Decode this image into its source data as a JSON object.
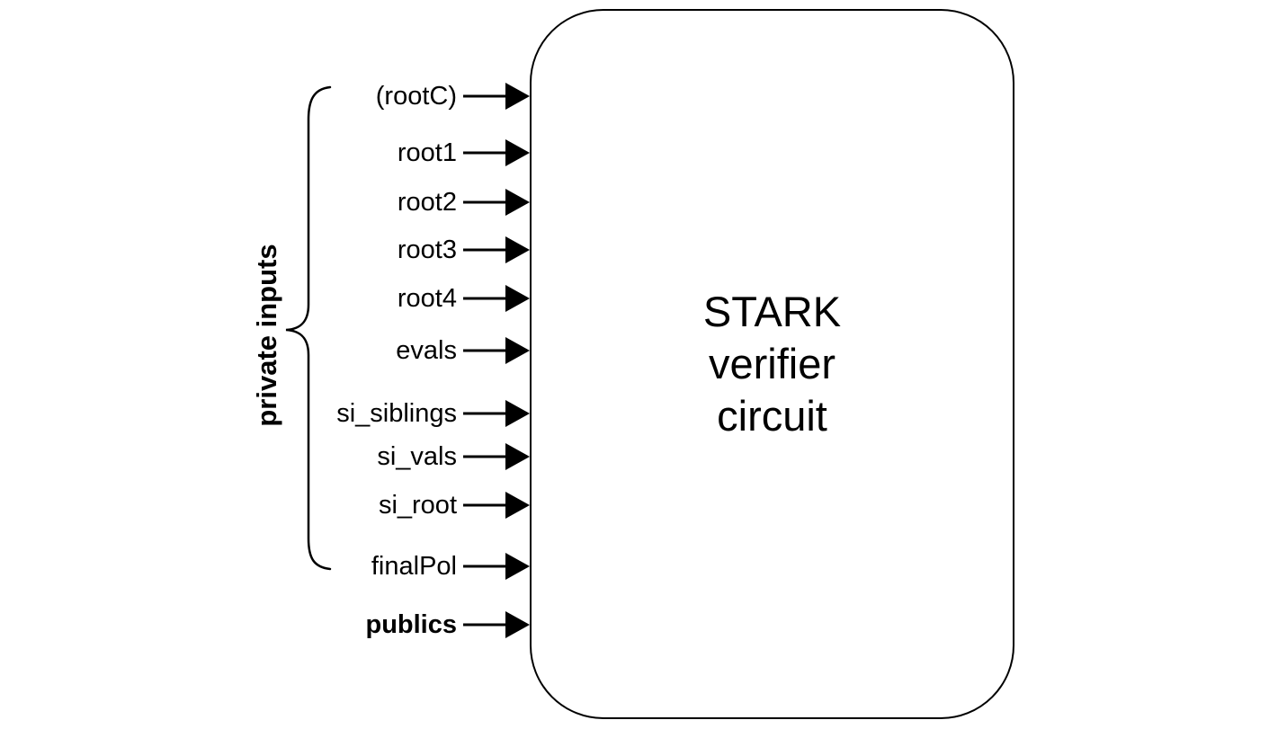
{
  "diagram": {
    "title": {
      "lines": [
        "STARK",
        "verifier",
        "circuit"
      ]
    },
    "group_label": "private inputs",
    "inputs": [
      {
        "label": "(rootC)",
        "private": true
      },
      {
        "label": "root1",
        "private": true
      },
      {
        "label": "root2",
        "private": true
      },
      {
        "label": "root3",
        "private": true
      },
      {
        "label": "root4",
        "private": true
      },
      {
        "label": "evals",
        "private": true
      },
      {
        "label": "si_siblings",
        "private": true
      },
      {
        "label": "si_vals",
        "private": true
      },
      {
        "label": "si_root",
        "private": true
      },
      {
        "label": "finalPol",
        "private": true
      },
      {
        "label": "publics",
        "private": false
      }
    ],
    "colors": {
      "stroke": "#000000",
      "background": "#ffffff",
      "text": "#000000"
    }
  }
}
